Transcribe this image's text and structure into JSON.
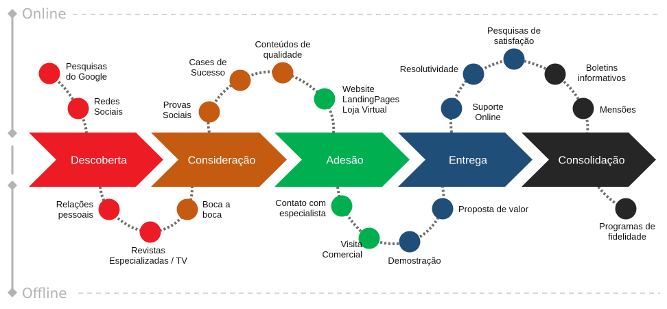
{
  "axis": {
    "top_label": "Online",
    "bottom_label": "Offline"
  },
  "stages": [
    {
      "label": "Descoberta",
      "color": "#ed1c24"
    },
    {
      "label": "Consideração",
      "color": "#c55a11"
    },
    {
      "label": "Adesão",
      "color": "#00b050"
    },
    {
      "label": "Entrega",
      "color": "#1f4e79"
    },
    {
      "label": "Consolidação",
      "color": "#262626"
    }
  ],
  "touchpoints": {
    "online": [
      {
        "stage": 0,
        "lines": [
          "Pesquisas",
          "do Google"
        ]
      },
      {
        "stage": 0,
        "lines": [
          "Redes",
          "Sociais"
        ]
      },
      {
        "stage": 1,
        "lines": [
          "Provas",
          "Sociais"
        ]
      },
      {
        "stage": 1,
        "lines": [
          "Cases de",
          "Sucesso"
        ]
      },
      {
        "stage": 1,
        "lines": [
          "Conteúdos de",
          "qualidade"
        ]
      },
      {
        "stage": 2,
        "lines": [
          "Website",
          "LandingPages",
          "Loja Virtual"
        ]
      },
      {
        "stage": 3,
        "lines": [
          "Suporte",
          "Online"
        ]
      },
      {
        "stage": 3,
        "lines": [
          "Resolutividade"
        ]
      },
      {
        "stage": 3,
        "lines": [
          "Pesquisas de",
          "satisfação"
        ]
      },
      {
        "stage": 4,
        "lines": [
          "Boletins",
          "informativos"
        ]
      },
      {
        "stage": 4,
        "lines": [
          "Mensões"
        ]
      }
    ],
    "offline": [
      {
        "stage": 0,
        "lines": [
          "Relações",
          "pessoais"
        ]
      },
      {
        "stage": 0,
        "lines": [
          "Revistas",
          "Especializadas / TV"
        ]
      },
      {
        "stage": 1,
        "lines": [
          "Boca a",
          "boca"
        ]
      },
      {
        "stage": 2,
        "lines": [
          "Contato com",
          "especialista"
        ]
      },
      {
        "stage": 2,
        "lines": [
          "Visita",
          "Comercial"
        ]
      },
      {
        "stage": 3,
        "lines": [
          "Demostração"
        ]
      },
      {
        "stage": 3,
        "lines": [
          "Proposta de valor"
        ]
      },
      {
        "stage": 4,
        "lines": [
          "Programas de",
          "fidelidade"
        ]
      }
    ]
  },
  "colors": {
    "axis": "#b3b3b3",
    "dots": "#6d6d6d"
  }
}
